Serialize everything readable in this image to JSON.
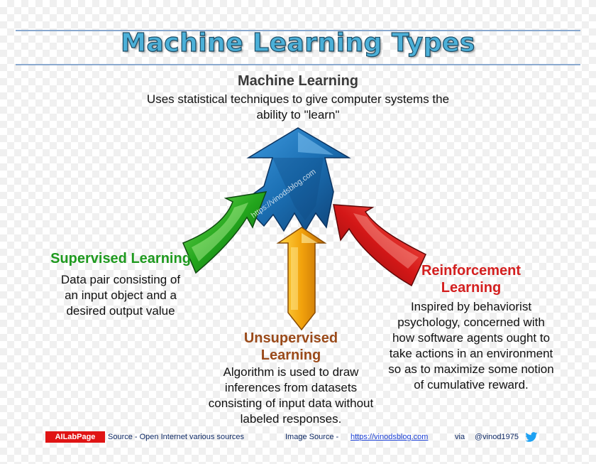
{
  "title": "Machine Learning Types",
  "top": {
    "heading": "Machine Learning",
    "description": "Uses statistical techniques to give computer systems the ability to \"learn\""
  },
  "supervised": {
    "heading": "Supervised Learning",
    "description": "Data pair consisting of an input object and a desired output value",
    "color": "#1f9a1f"
  },
  "unsupervised": {
    "heading": "Unsupervised Learning",
    "description": "Algorithm is used to draw inferences from datasets consisting of input data without labeled responses.",
    "color": "#9a4a1a"
  },
  "reinforcement": {
    "heading": "Reinforcement Learning",
    "description": "Inspired by behaviorist psychology, concerned with how software agents ought to take actions in an environment so as to maximize some notion of cumulative reward.",
    "color": "#d41f1f"
  },
  "watermark": "https://vinodsblog.com",
  "footer": {
    "badge": "AILabPage",
    "source_text": "Source -  Open Internet  various sources",
    "image_source_label": "Image Source -",
    "image_source_link": "https://vinodsblog.com",
    "via_label": "via",
    "handle": "@vinod1975"
  },
  "icons": {
    "twitter": "twitter-bird-icon"
  },
  "colors": {
    "title_fill": "#4bb0d8",
    "arrow_blue": "#1b6fb3",
    "arrow_green": "#22a51c",
    "arrow_yellow": "#f2a20c",
    "arrow_red": "#d41717",
    "rule_line": "#8aa9cf"
  }
}
